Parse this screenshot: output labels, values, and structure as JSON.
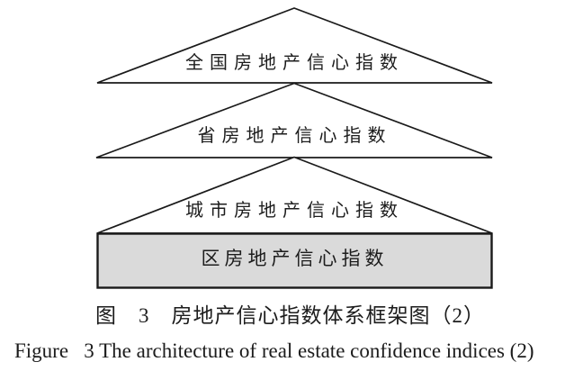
{
  "figure": {
    "pyramid": {
      "levels": [
        {
          "id": "national",
          "shape": "triangle",
          "label": "全国房地产信心指数"
        },
        {
          "id": "province",
          "shape": "triangle",
          "label": "省房地产信心指数"
        },
        {
          "id": "city",
          "shape": "triangle",
          "label": "城市房地产信心指数"
        },
        {
          "id": "district",
          "shape": "rectangle",
          "label": "区房地产信心指数"
        }
      ]
    },
    "caption_zh": "图　3　房地产信心指数体系框架图（2）",
    "caption_en": "Figure   3 The architecture of real estate confidence indices (2)"
  },
  "colors": {
    "line": "#1a1a1a",
    "district_fill": "#dadada",
    "background": "#ffffff",
    "text": "#1c1c1c"
  }
}
